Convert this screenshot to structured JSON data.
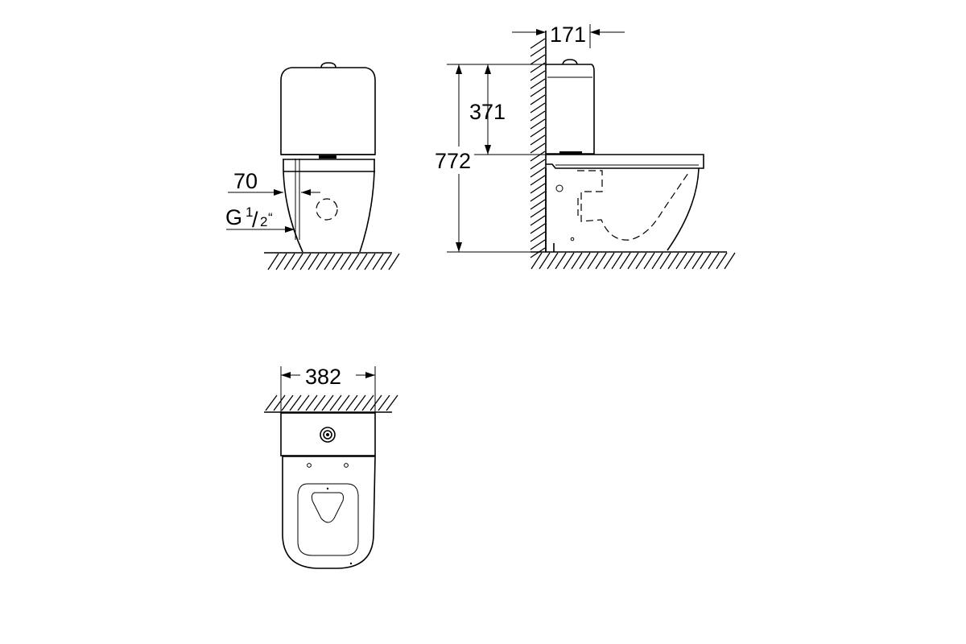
{
  "dimensions": {
    "valve_offset": "70",
    "thread_letter": "G",
    "thread_num": "1",
    "thread_den": "2",
    "thread_mark": "“",
    "cistern_depth": "171",
    "cistern_height": "371",
    "total_height": "772",
    "width": "382"
  },
  "icons": {
    "water_inlet": "dashed-circle-icon",
    "flush_button": "push-button-icon"
  },
  "colors": {
    "line": "#000000",
    "background": "#ffffff"
  }
}
